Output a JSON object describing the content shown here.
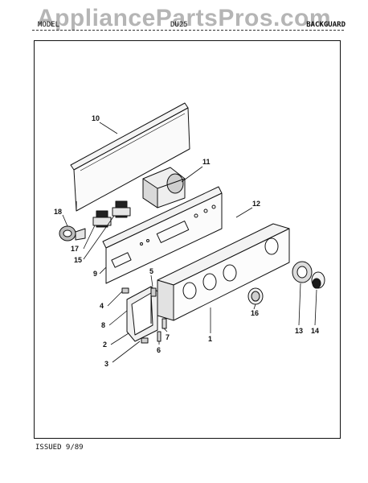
{
  "watermark": "AppliancePartsPros.com",
  "header": {
    "left": "MODEL",
    "middle": "DU25",
    "right": "BACKGUARD"
  },
  "footer": "ISSUED 9/89",
  "callouts": {
    "c1": "1",
    "c2": "2",
    "c3": "3",
    "c4": "4",
    "c5": "5",
    "c6": "6",
    "c7": "7",
    "c8": "8",
    "c9": "9",
    "c10": "10",
    "c11": "11",
    "c12": "12",
    "c13": "13",
    "c14": "14",
    "c15": "15",
    "c16": "16",
    "c17": "17",
    "c18": "18"
  }
}
